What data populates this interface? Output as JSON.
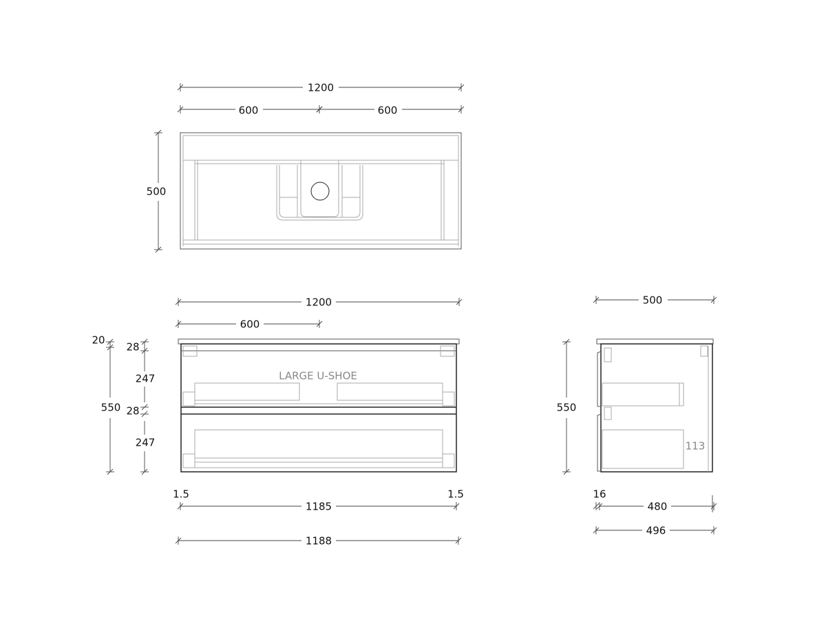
{
  "plan_view": {
    "overall_width": "1200",
    "left_half": "600",
    "right_half": "600",
    "depth": "500"
  },
  "front_view": {
    "overall_width": "1200",
    "half_width": "600",
    "top_thickness": "20",
    "total_height": "550",
    "rail_top": "28",
    "drawer_top": "247",
    "rail_middle": "28",
    "drawer_bottom": "247",
    "gap_left": "1.5",
    "gap_right": "1.5",
    "door_width": "1185",
    "carcass_width": "1188",
    "drawer_label": "LARGE U-SHOE"
  },
  "side_view": {
    "overall_depth": "500",
    "total_height": "550",
    "drawer_setback": "113",
    "door_thickness": "16",
    "carcass_depth": "480",
    "total_depth": "496"
  }
}
